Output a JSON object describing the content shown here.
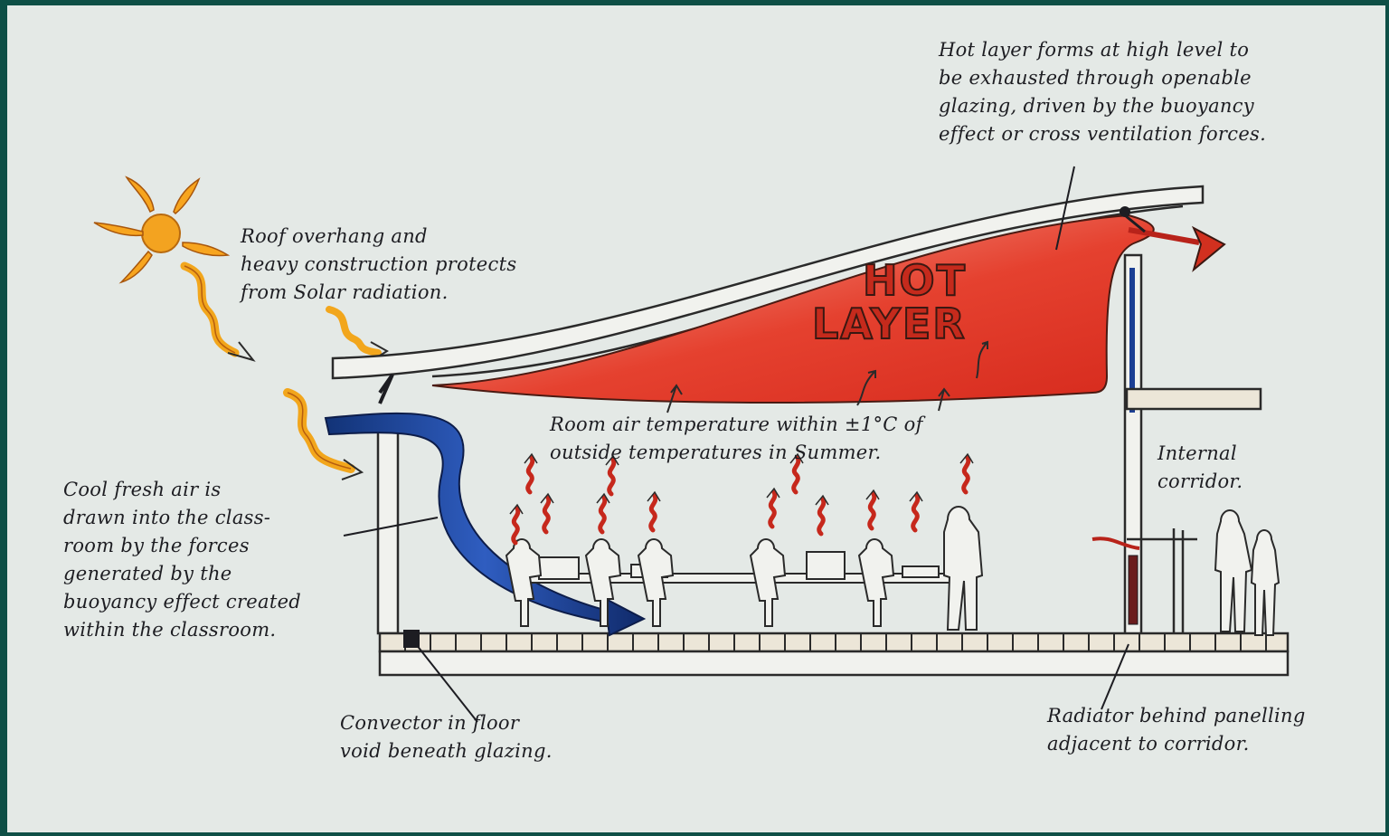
{
  "annotations": {
    "hot_layer_note": "Hot layer forms at high level to\nbe exhausted through openable\nglazing, driven by the buoyancy\neffect or cross ventilation forces.",
    "roof_note": "Roof overhang and\nheavy construction protects\nfrom Solar radiation.",
    "room_temp_note": "Room air temperature within  ±1°C of\noutside temperatures in Summer.",
    "cool_air_note": "Cool fresh air is\ndrawn into the class-\nroom by the forces\ngenerated by the\nbuoyancy effect created\nwithin the classroom.",
    "convector_note": "Convector in floor\nvoid beneath glazing.",
    "corridor_note": "Internal\ncorridor.",
    "radiator_note": "Radiator behind panelling\nadjacent to corridor."
  },
  "hot_layer_label": {
    "line1": "HOT",
    "line2": "LAYER"
  },
  "colors": {
    "background": "#e4e9e6",
    "border": "#0e4f46",
    "hot_layer": "#e0392a",
    "hot_layer_light": "#f5a79a",
    "cool_air": "#1c3f94",
    "sun": "#f0a21c",
    "ink": "#1d1d22"
  }
}
